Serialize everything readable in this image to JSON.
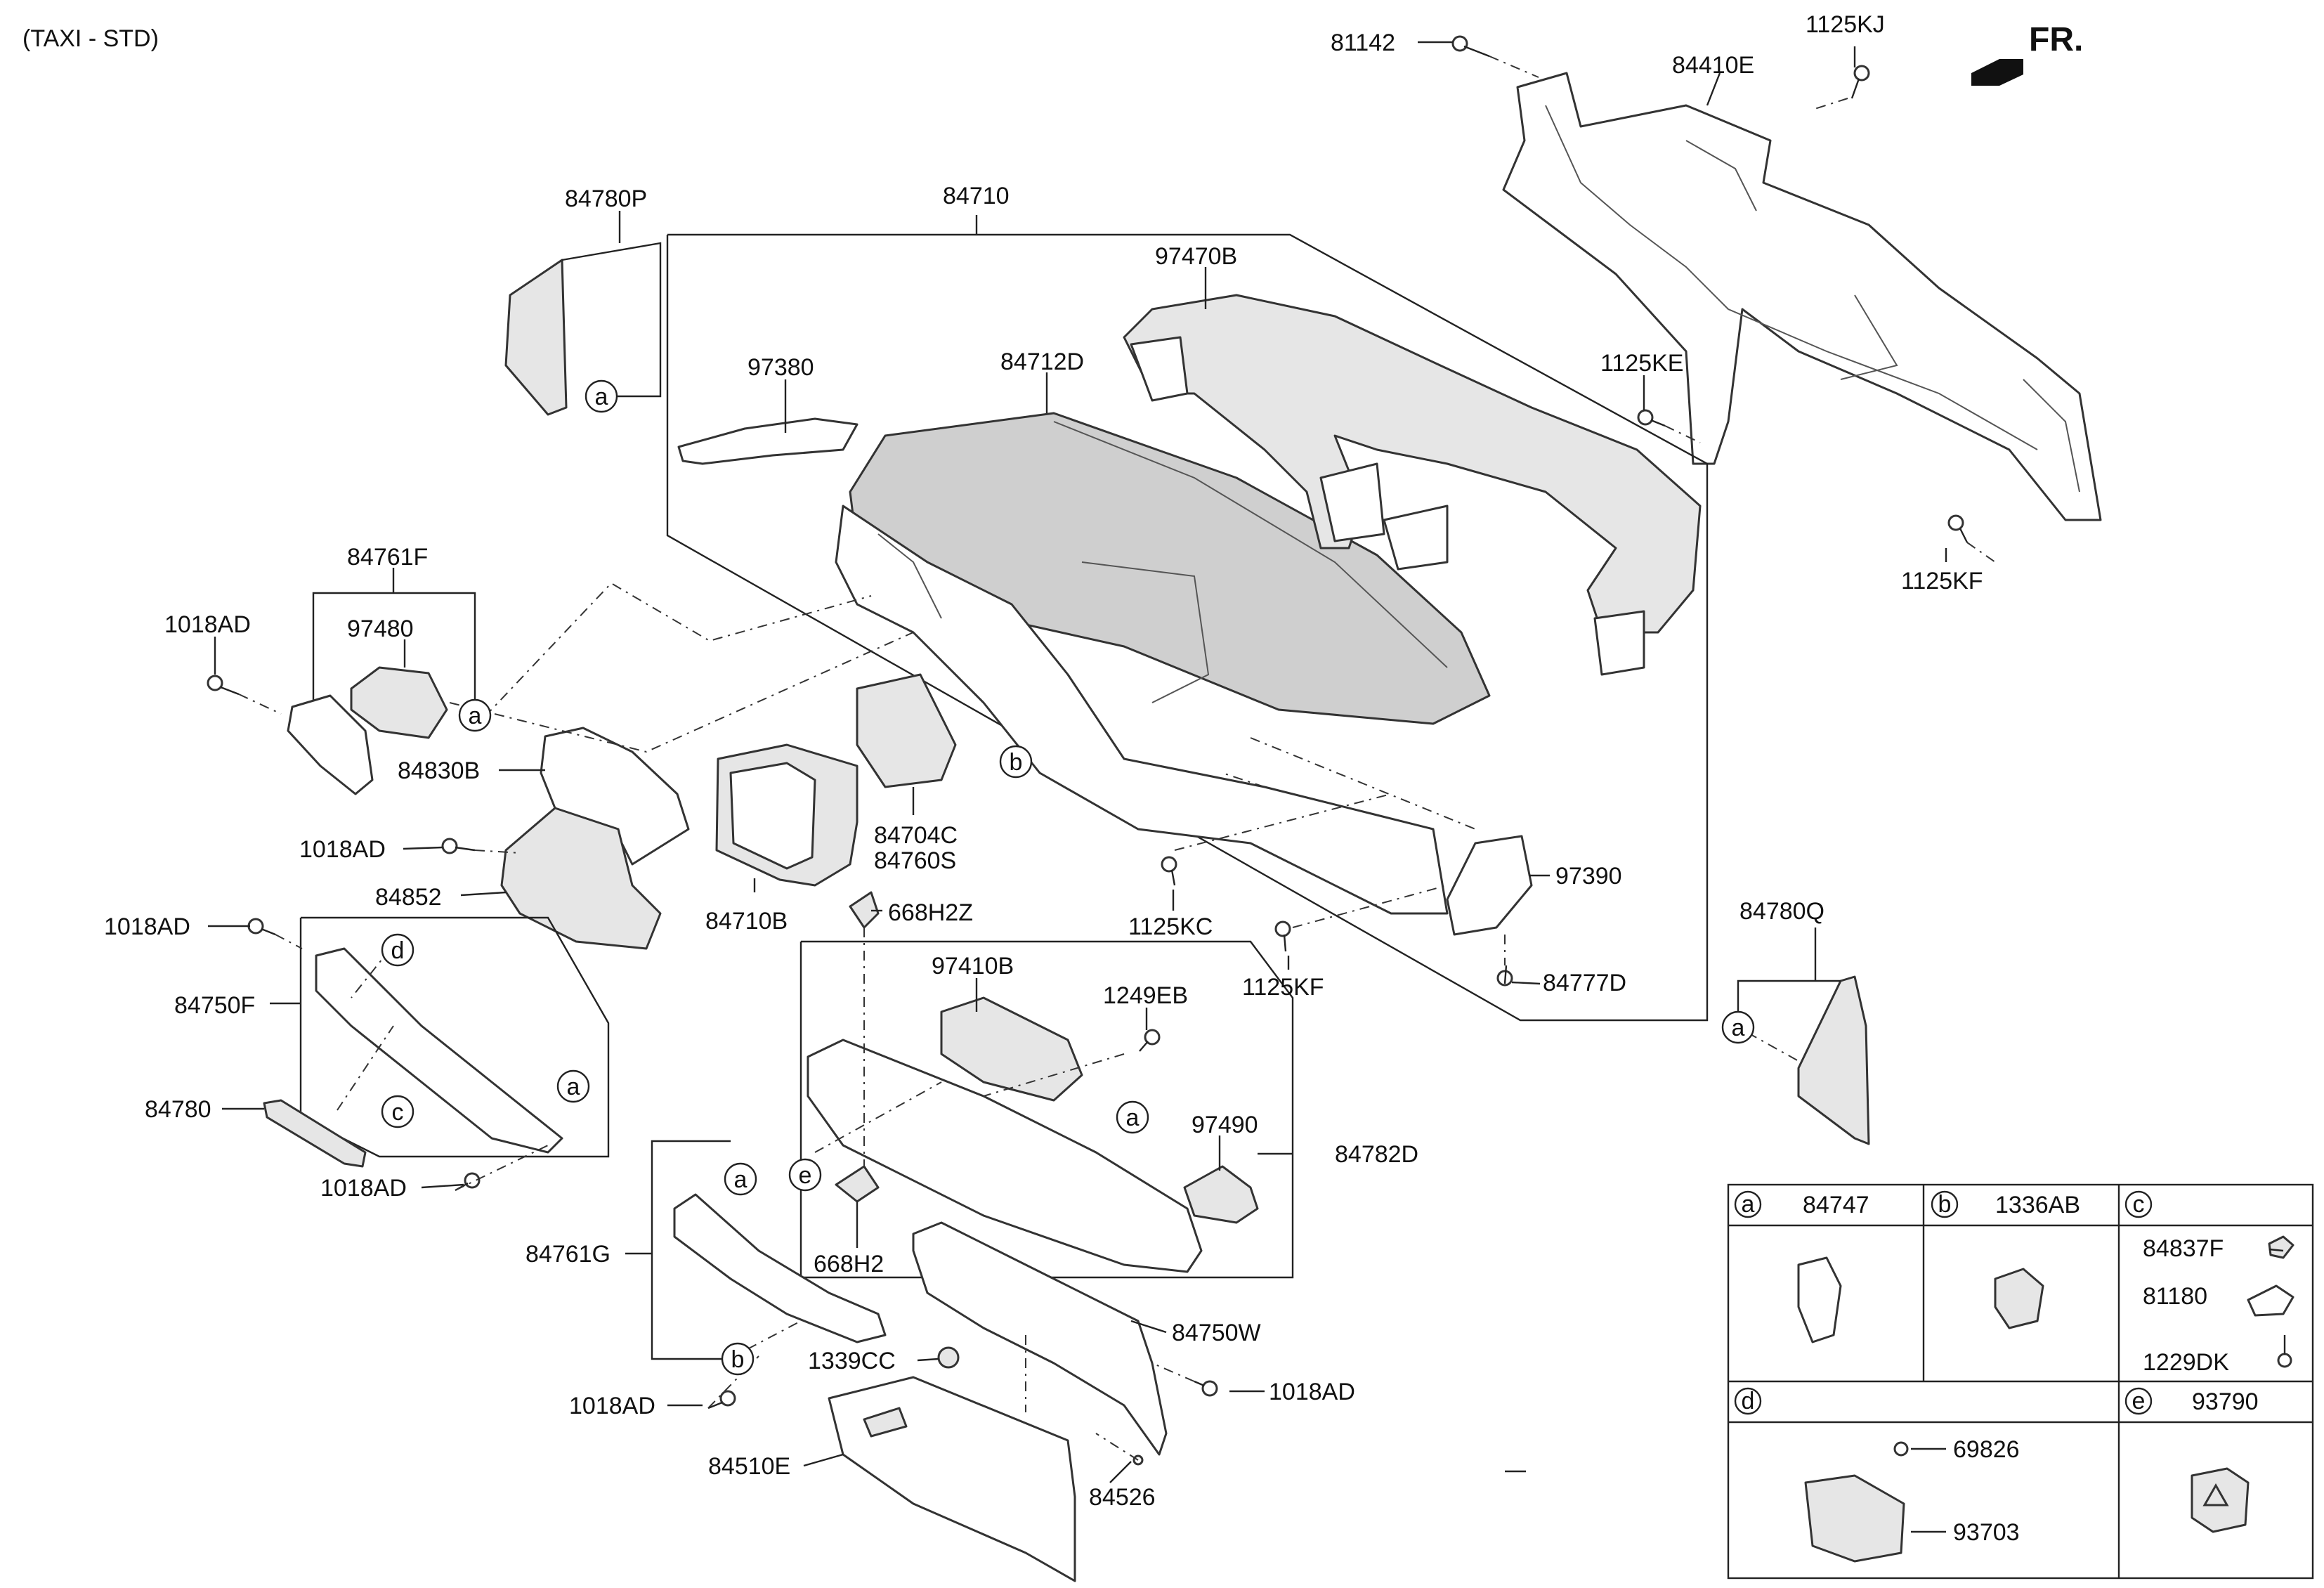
{
  "header": {
    "variant": "(TAXI - STD)",
    "front_marker": "FR."
  },
  "callouts": [
    {
      "key": "c_81142",
      "text": "81142"
    },
    {
      "key": "c_84410E",
      "text": "84410E"
    },
    {
      "key": "c_1125KJ",
      "text": "1125KJ"
    },
    {
      "key": "c_84780P",
      "text": "84780P"
    },
    {
      "key": "c_84710",
      "text": "84710"
    },
    {
      "key": "c_97470B",
      "text": "97470B"
    },
    {
      "key": "c_97380",
      "text": "97380"
    },
    {
      "key": "c_84712D",
      "text": "84712D"
    },
    {
      "key": "c_1125KE",
      "text": "1125KE"
    },
    {
      "key": "c_1125KF_top",
      "text": "1125KF"
    },
    {
      "key": "c_84761F",
      "text": "84761F"
    },
    {
      "key": "c_97480",
      "text": "97480"
    },
    {
      "key": "c_1018AD_1",
      "text": "1018AD"
    },
    {
      "key": "c_84830B",
      "text": "84830B"
    },
    {
      "key": "c_84704C",
      "text": "84704C"
    },
    {
      "key": "c_84760S",
      "text": "84760S"
    },
    {
      "key": "c_1018AD_2",
      "text": "1018AD"
    },
    {
      "key": "c_84852",
      "text": "84852"
    },
    {
      "key": "c_84710B",
      "text": "84710B"
    },
    {
      "key": "c_668H2Z",
      "text": "668H2Z"
    },
    {
      "key": "c_1125KC",
      "text": "1125KC"
    },
    {
      "key": "c_97390",
      "text": "97390"
    },
    {
      "key": "c_1018AD_3",
      "text": "1018AD"
    },
    {
      "key": "c_1125KF_mid",
      "text": "1125KF"
    },
    {
      "key": "c_84777D",
      "text": "84777D"
    },
    {
      "key": "c_84780Q",
      "text": "84780Q"
    },
    {
      "key": "c_84750F",
      "text": "84750F"
    },
    {
      "key": "c_97410B",
      "text": "97410B"
    },
    {
      "key": "c_1249EB",
      "text": "1249EB"
    },
    {
      "key": "c_84780",
      "text": "84780"
    },
    {
      "key": "c_97490",
      "text": "97490"
    },
    {
      "key": "c_84782D",
      "text": "84782D"
    },
    {
      "key": "c_1018AD_4",
      "text": "1018AD"
    },
    {
      "key": "c_84761G",
      "text": "84761G"
    },
    {
      "key": "c_668H2",
      "text": "668H2"
    },
    {
      "key": "c_84750W",
      "text": "84750W"
    },
    {
      "key": "c_1339CC",
      "text": "1339CC"
    },
    {
      "key": "c_1018AD_5",
      "text": "1018AD"
    },
    {
      "key": "c_1018AD_6",
      "text": "1018AD"
    },
    {
      "key": "c_84510E",
      "text": "84510E"
    },
    {
      "key": "c_84526",
      "text": "84526"
    }
  ],
  "reference_circles": {
    "a": "a",
    "b": "b",
    "c": "c",
    "d": "d",
    "e": "e"
  },
  "legend_table": {
    "a_part": "84747",
    "b_part": "1336AB",
    "c_parts": [
      "84837F",
      "81180",
      "1229DK"
    ],
    "d_parts": [
      "69826",
      "93703"
    ],
    "e_part": "93790"
  }
}
